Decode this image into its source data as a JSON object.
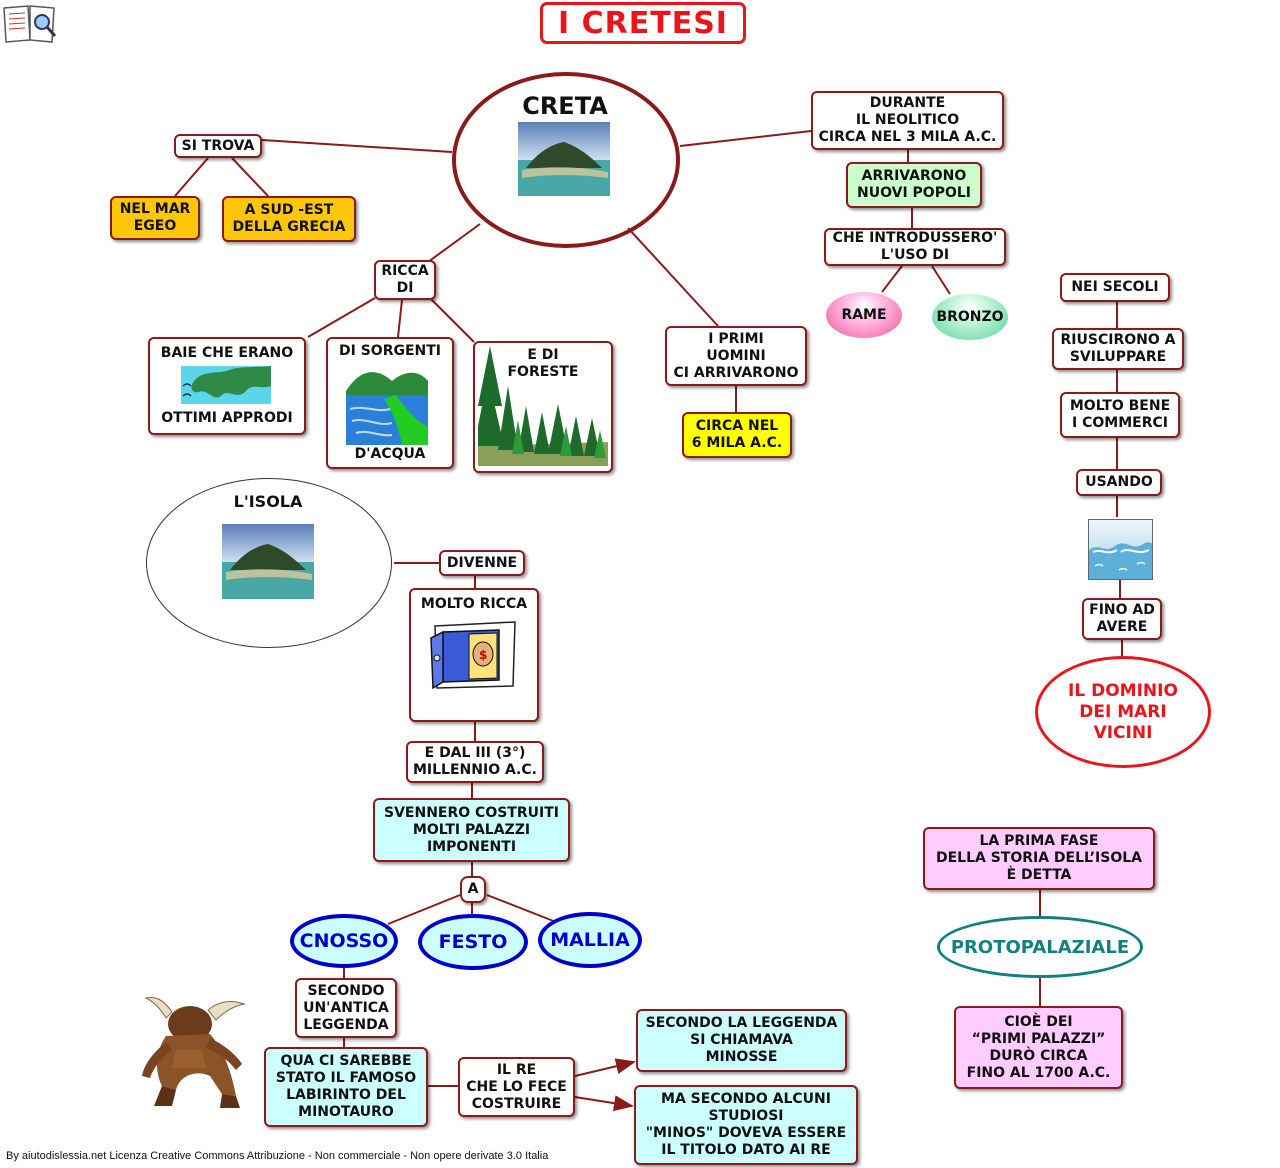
{
  "title": "I CRETESI",
  "footer": "By aiutodislessia.net Licenza Creative Commons Attribuzione - Non commerciale - Non opere derivate 3.0 Italia",
  "colors": {
    "line": "#8b1a1a",
    "title_red": "#e8161c",
    "blue": "#0000cc",
    "teal": "#138080"
  },
  "creta": {
    "title": "CRETA"
  },
  "location": {
    "si_trova": "SI TROVA",
    "mar_egeo": "NEL MAR\nEGEO",
    "sud_est": "A SUD -EST\nDELLA GRECIA"
  },
  "ricca": {
    "ricca_di": "RICCA\nDI",
    "baie_top": "BAIE CHE ERANO",
    "baie_bottom": "OTTIMI APPRODI",
    "sorgenti_top": "DI SORGENTI",
    "sorgenti_bottom": "D'ACQUA",
    "foreste": "E DI\nFORESTE"
  },
  "primi": {
    "primi_uomini": "I PRIMI\nUOMINI\nCI ARRIVARONO",
    "circa_6": "CIRCA  NEL\n6 MILA A.C."
  },
  "neolitico": {
    "durante": "DURANTE\nIL NEOLITICO\nCIRCA NEL 3 MILA A.C.",
    "arrivarono": "ARRIVARONO\nNUOVI POPOLI",
    "introdussero": "CHE INTRODUSSERO'\nL'USO DI",
    "rame": "RAME",
    "bronzo": "BRONZO"
  },
  "secoli": {
    "nei_secoli": "NEI SECOLI",
    "riuscirono": "RIUSCIRONO A\nSVILUPPARE",
    "commerci": "MOLTO BENE\nI COMMERCI",
    "usando": "USANDO",
    "fino_ad": "FINO AD\nAVERE",
    "dominio": "IL DOMINIO\nDEI MARI\nVICINI"
  },
  "isola": {
    "title": "L'ISOLA",
    "divenne": "DIVENNE",
    "molto_ricca": "MOLTO RICCA",
    "millennio": "E DAL III (3°)\nMILLENNIO A.C.",
    "palazzi": "SVENNERO COSTRUITI\nMOLTI PALAZZI\nIMPONENTI",
    "a": "A",
    "cnosso": "CNOSSO",
    "festo": "FESTO",
    "mallia": "MALLIA"
  },
  "leggenda": {
    "secondo": "SECONDO\nUN'ANTICA\nLEGGENDA",
    "labirinto": "QUA CI SAREBBE\nSTATO IL FAMOSO\nLABIRINTO DEL\nMINOTAURO",
    "re": "IL RE\nCHE LO FECE\nCOSTRUIRE",
    "minosse": "SECONDO LA LEGGENDA\nSI CHIAMAVA\nMINOSSE",
    "minos": "MA SECONDO ALCUNI\nSTUDIOSI\n\"MINOS\" DOVEVA ESSERE\nIL TITOLO DATO AI RE"
  },
  "fase": {
    "prima_fase": "LA PRIMA FASE\nDELLA STORIA DELL’ISOLA\nÈ DETTA",
    "protopalaziale": "PROTOPALAZIALE",
    "primi_palazzi": "CIOÈ DEI\n“PRIMI PALAZZI”\nDURÒ CIRCA\nFINO AL 1700 A.C."
  }
}
